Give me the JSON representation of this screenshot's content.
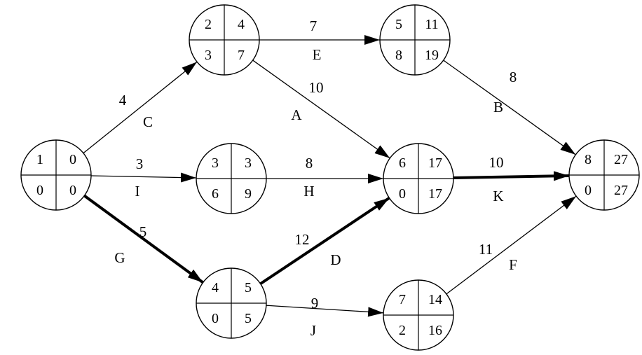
{
  "nodes": [
    {
      "id": "1",
      "cells": [
        "1",
        "0",
        "0",
        "0"
      ]
    },
    {
      "id": "2",
      "cells": [
        "2",
        "4",
        "3",
        "7"
      ]
    },
    {
      "id": "3",
      "cells": [
        "3",
        "3",
        "6",
        "9"
      ]
    },
    {
      "id": "4",
      "cells": [
        "4",
        "5",
        "0",
        "5"
      ]
    },
    {
      "id": "5",
      "cells": [
        "5",
        "11",
        "8",
        "19"
      ]
    },
    {
      "id": "6",
      "cells": [
        "6",
        "17",
        "0",
        "17"
      ]
    },
    {
      "id": "7",
      "cells": [
        "7",
        "14",
        "2",
        "16"
      ]
    },
    {
      "id": "8",
      "cells": [
        "8",
        "27",
        "0",
        "27"
      ]
    }
  ],
  "edges": [
    {
      "from": "1",
      "to": "2",
      "name": "C",
      "duration": "4",
      "critical": false
    },
    {
      "from": "1",
      "to": "3",
      "name": "I",
      "duration": "3",
      "critical": false
    },
    {
      "from": "1",
      "to": "4",
      "name": "G",
      "duration": "5",
      "critical": true
    },
    {
      "from": "2",
      "to": "5",
      "name": "E",
      "duration": "7",
      "critical": false
    },
    {
      "from": "2",
      "to": "6",
      "name": "A",
      "duration": "10",
      "critical": false
    },
    {
      "from": "3",
      "to": "6",
      "name": "H",
      "duration": "8",
      "critical": false
    },
    {
      "from": "4",
      "to": "6",
      "name": "D",
      "duration": "12",
      "critical": true
    },
    {
      "from": "4",
      "to": "7",
      "name": "J",
      "duration": "9",
      "critical": false
    },
    {
      "from": "5",
      "to": "8",
      "name": "B",
      "duration": "8",
      "critical": false
    },
    {
      "from": "6",
      "to": "8",
      "name": "K",
      "duration": "10",
      "critical": true
    },
    {
      "from": "7",
      "to": "8",
      "name": "F",
      "duration": "11",
      "critical": false
    }
  ]
}
